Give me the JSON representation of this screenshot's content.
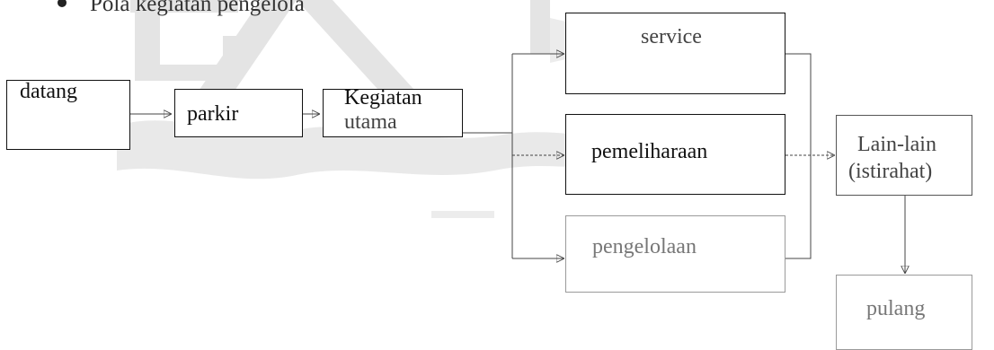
{
  "heading": {
    "text": "Pola kegiatan pengelola"
  },
  "nodes": {
    "datang": "datang",
    "parkir": "parkir",
    "kegiatan_utama_line1": "Kegiatan",
    "kegiatan_utama_line2": "utama",
    "service": "service",
    "pemeliharaan": "pemeliharaan",
    "pengelolaan": "pengelolaan",
    "lain_lain_line1": "Lain-lain",
    "lain_lain_line2": "(istirahat)",
    "pulang": "pulang"
  }
}
